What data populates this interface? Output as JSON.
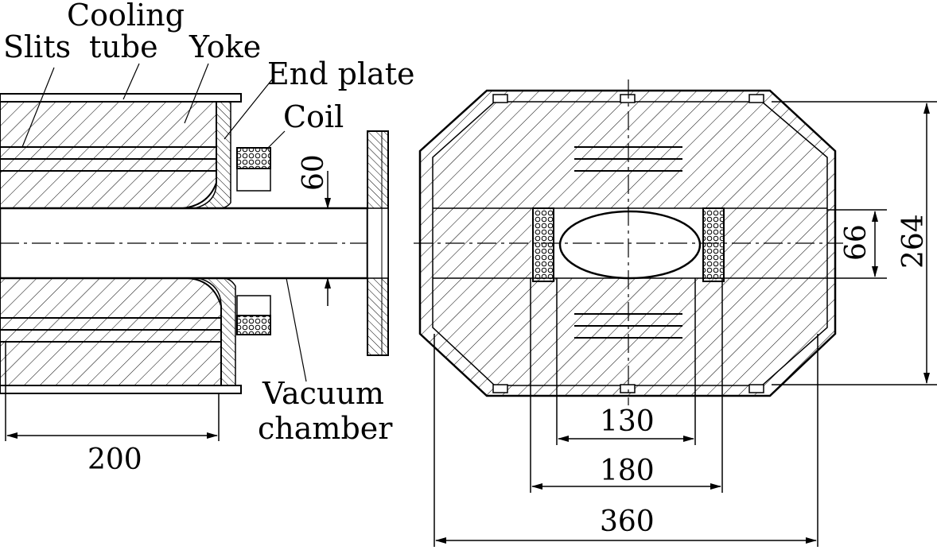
{
  "figure": {
    "description": "Magnet cross-section drawing: side section (left) and end section (right) with dimensions",
    "units": "mm"
  },
  "labels": {
    "cooling_tube_line1": "Cooling",
    "cooling_tube_line2": "tube",
    "slits": "Slits",
    "yoke": "Yoke",
    "end_plate": "End plate",
    "coil": "Coil",
    "vacuum_chamber_line1": "Vacuum",
    "vacuum_chamber_line2": "chamber"
  },
  "dimensions": {
    "gap_side": "60",
    "length": "200",
    "gap_end": "66",
    "height": "264",
    "inner_width": "130",
    "coil_width": "180",
    "outer_width": "360"
  },
  "colors": {
    "ink": "#000000",
    "background": "#ffffff"
  }
}
